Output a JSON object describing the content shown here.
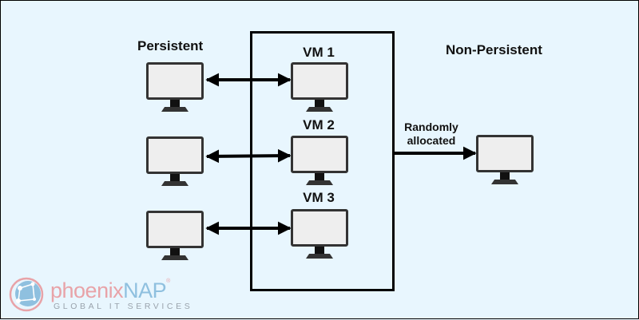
{
  "diagram": {
    "title_persistent": "Persistent",
    "title_non_persistent": "Non-Persistent",
    "pool": {
      "vms": [
        {
          "label": "VM 1"
        },
        {
          "label": "VM 2"
        },
        {
          "label": "VM 3"
        }
      ]
    },
    "persistent_clients": [
      {
        "connects_to": "VM 1",
        "arrow": "bidirectional"
      },
      {
        "connects_to": "VM 2",
        "arrow": "bidirectional"
      },
      {
        "connects_to": "VM 3",
        "arrow": "bidirectional"
      }
    ],
    "non_persistent_link": {
      "label_line1": "Randomly",
      "label_line2": "allocated",
      "arrow": "one-way"
    },
    "colors": {
      "background": "#e8f6fe",
      "screen_fill": "#eeeeee",
      "monitor_frame": "#333333",
      "arrow": "#000000"
    }
  },
  "logo": {
    "brand_part1": "phoenix",
    "brand_part2": "NAP",
    "registered": "®",
    "tagline": "GLOBAL IT SERVICES"
  }
}
